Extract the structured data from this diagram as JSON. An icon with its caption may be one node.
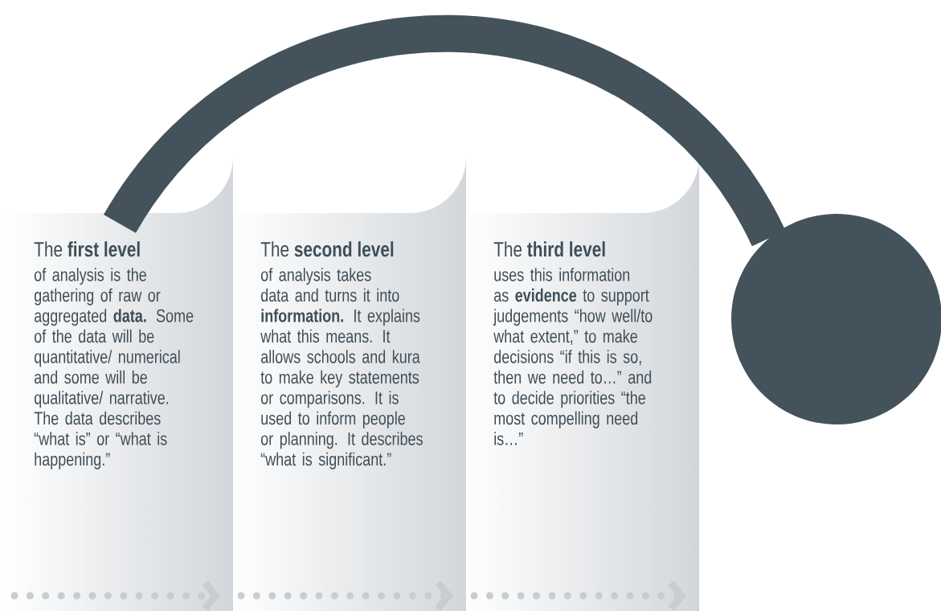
{
  "diagram": {
    "nodes": [
      {
        "text": [
          "The **first level**",
          "of analysis is the gathering of raw or aggregated **data.** Some of the data will be quantitative/ numerical and some will be qualitative/ narrative. The data describes “what is” or “what is happening.”"
        ]
      },
      {
        "text": [
          "The **second level**",
          "of analysis takes data and turns it into **information.** It explains what this means. It allows schools and kura to make key statements or comparisons. It is used to inform people or planning. It describes “what is significant.”"
        ]
      },
      {
        "text": [
          "The **third level**",
          "uses this information as **evidence** to support judgements “how well/to what extent,” to make decisions “if this is so, then we need to…” and to decide priorities “the most compelling need is…”"
        ]
      },
      {
        "text": [],
        "shape": "circle"
      }
    ],
    "edges": [
      {
        "from": 0,
        "to": 3,
        "arrow": "none",
        "color": "#44525c"
      }
    ]
  }
}
